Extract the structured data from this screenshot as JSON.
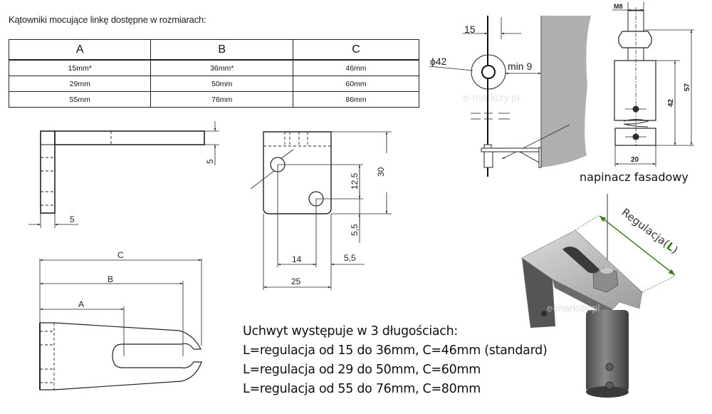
{
  "title": "Kątowniki mocujące linkę dostępne w rozmiarach:",
  "size_table": {
    "headers": [
      "A",
      "B",
      "C"
    ],
    "rows": [
      [
        "15mm*",
        "36mm*",
        "46mm"
      ],
      [
        "29mm",
        "50mm",
        "60mm"
      ],
      [
        "55mm",
        "76mm",
        "86mm"
      ]
    ]
  },
  "angle_side_view": {
    "dim_thickness_h": "5",
    "dim_thickness_v": "5"
  },
  "plate_view": {
    "dim_height": "30",
    "dim_hole_spacing_v": "12,5",
    "dim_bottom": "5,5",
    "dim_hole_spacing_h": "14",
    "dim_right": "5,5",
    "dim_width": "25"
  },
  "bracket_top_view": {
    "dim_a": "A",
    "dim_b": "B",
    "dim_c": "C"
  },
  "wire_view": {
    "dim_offset": "15",
    "dim_diameter": "ϕ42",
    "dim_min": "min 9",
    "watermark": "e-markizy.pl"
  },
  "tensioner": {
    "dim_thread": "M8",
    "dim_total": "57",
    "dim_body": "42",
    "dim_width": "20",
    "caption": "napinacz fasadowy"
  },
  "render_3d": {
    "label_prefix": "Regulacja(",
    "label_letter": "L",
    "label_suffix": ")",
    "watermark": "e-markizy.pl",
    "accent": "#3d7a1e"
  },
  "description": {
    "heading": "Uchwyt występuje w 3 długościach:",
    "lines": [
      "L=regulacja od 15 do 36mm, C=46mm (standard)",
      "L=regulacja od 29 do 50mm, C=60mm",
      "L=regulacja od 55 do 76mm, C=80mm"
    ]
  }
}
